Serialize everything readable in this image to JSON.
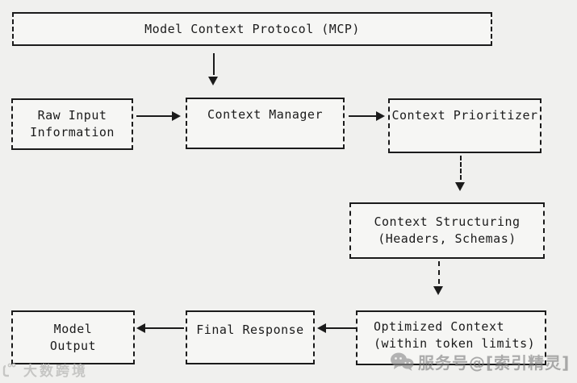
{
  "diagram": {
    "type": "flowchart",
    "colors": {
      "background": "#f0f0ee",
      "node_fill": "#f6f6f4",
      "stroke": "#1b1b1b",
      "watermark_left": "#c6c6c4",
      "watermark_right": "#7d7d7d"
    },
    "nodes": {
      "mcp": {
        "lines": [
          "Model Context Protocol (MCP)"
        ]
      },
      "raw_input": {
        "lines": [
          "Raw Input",
          "Information"
        ]
      },
      "context_manager": {
        "lines": [
          "Context Manager"
        ]
      },
      "context_prioritizer": {
        "lines": [
          "Context Prioritizer"
        ]
      },
      "context_structuring": {
        "lines": [
          "Context Structuring",
          "(Headers, Schemas)"
        ]
      },
      "optimized_context": {
        "lines": [
          "Optimized Context",
          "(within token limits)"
        ]
      },
      "final_response": {
        "lines": [
          "Final Response"
        ]
      },
      "model_output": {
        "lines": [
          "Model",
          "Output"
        ]
      }
    },
    "edges": [
      {
        "from": "mcp",
        "to": "context_manager",
        "direction": "down"
      },
      {
        "from": "raw_input",
        "to": "context_manager",
        "direction": "right"
      },
      {
        "from": "context_manager",
        "to": "context_prioritizer",
        "direction": "right"
      },
      {
        "from": "context_prioritizer",
        "to": "context_structuring",
        "direction": "down"
      },
      {
        "from": "context_structuring",
        "to": "optimized_context",
        "direction": "down"
      },
      {
        "from": "optimized_context",
        "to": "final_response",
        "direction": "left"
      },
      {
        "from": "final_response",
        "to": "model_output",
        "direction": "left"
      }
    ]
  },
  "watermarks": {
    "bottom_left": {
      "icon": "brand-logo-icon",
      "text": "大数跨境"
    },
    "bottom_right": {
      "icon": "wechat-icon",
      "text": "服务号@[索引精灵]"
    }
  }
}
